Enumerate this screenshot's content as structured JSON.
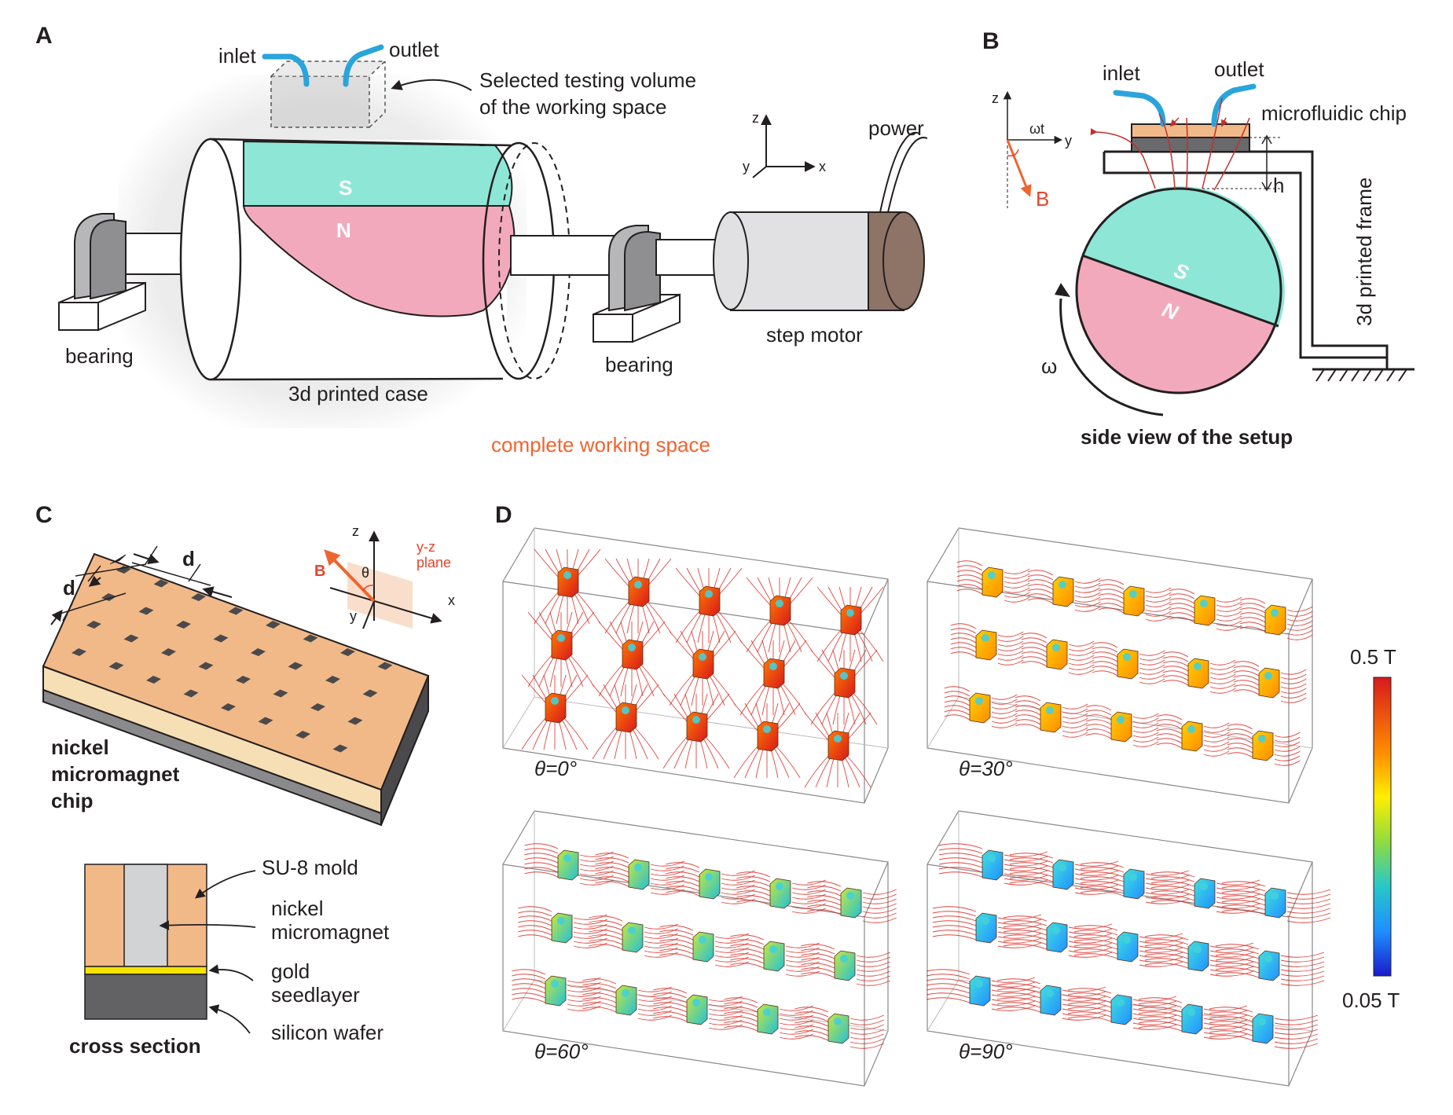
{
  "panels": {
    "a": {
      "letter": "A",
      "inlet": "inlet",
      "outlet": "outlet",
      "testing_volume_1": "Selected testing volume",
      "testing_volume_2": "of the working space",
      "pole_s": "S",
      "pole_n": "N",
      "bearing_left": "bearing",
      "bearing_right": "bearing",
      "case": "3d printed case",
      "working_space": "complete working space",
      "motor": "step motor",
      "power": "power",
      "axis_x": "x",
      "axis_y": "y",
      "axis_z": "z"
    },
    "b": {
      "letter": "B",
      "inlet": "inlet",
      "outlet": "outlet",
      "chip": "microfluidic chip",
      "frame": "3d printed frame",
      "h": "h",
      "omega_t": "ωt",
      "omega": "ω",
      "field": "B",
      "pole_s": "S",
      "pole_n": "N",
      "axis_y": "y",
      "axis_z": "z",
      "title": "side view of the setup"
    },
    "c": {
      "letter": "C",
      "d1": "d",
      "d2": "d",
      "field": "B",
      "theta": "θ",
      "plane_1": "y-z",
      "plane_2": "plane",
      "axis_x": "x",
      "axis_y": "y",
      "axis_z": "z",
      "chip_1": "nickel",
      "chip_2": "micromagnet",
      "chip_3": "chip",
      "su8": "SU-8 mold",
      "nickel_1": "nickel",
      "nickel_2": "micromagnet",
      "gold_1": "gold",
      "gold_2": "seedlayer",
      "silicon": "silicon wafer",
      "cross_section": "cross section"
    },
    "d": {
      "letter": "D",
      "angles": [
        "θ=0°",
        "θ=30°",
        "θ=60°",
        "θ=90°"
      ],
      "colorbar_max": "0.5 T",
      "colorbar_min": "0.05 T"
    }
  },
  "colors": {
    "magnet_s": "#8ee6d6",
    "magnet_n": "#f3a9bc",
    "tubing": "#2aa4dc",
    "chip_top": "#f2b988",
    "field_lines": "#d8241c",
    "working_space": "#f0642f"
  }
}
